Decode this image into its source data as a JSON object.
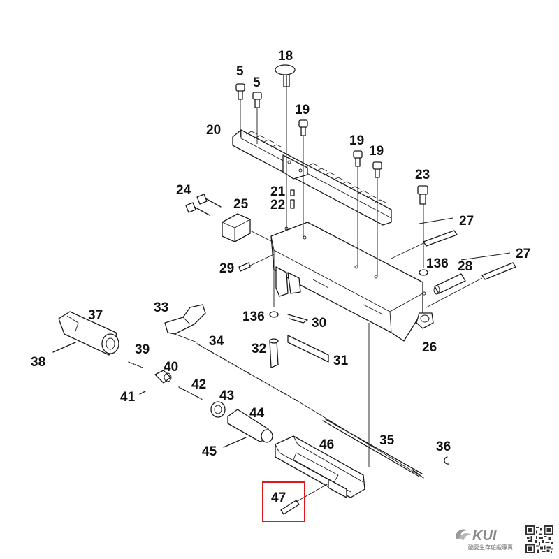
{
  "diagram": {
    "callouts": {
      "c18": "18",
      "c5a": "5",
      "c5b": "5",
      "c19a": "19",
      "c20": "20",
      "c19b": "19",
      "c19c": "19",
      "c23": "23",
      "c24": "24",
      "c21": "21",
      "c22": "22",
      "c25": "25",
      "c27a": "27",
      "c27b": "27",
      "c29": "29",
      "c136a": "136",
      "c28": "28",
      "c33": "33",
      "c37": "37",
      "c136b": "136",
      "c30": "30",
      "c34": "34",
      "c26": "26",
      "c39": "39",
      "c32": "32",
      "c31": "31",
      "c38": "38",
      "c40": "40",
      "c41": "41",
      "c42": "42",
      "c43": "43",
      "c44": "44",
      "c46": "46",
      "c35": "35",
      "c45": "45",
      "c36": "36",
      "c47": "47"
    },
    "highlight_color": "#e0161b"
  },
  "brand": {
    "logo": "KUI",
    "tagline": "酷愛生存遊戲專賣"
  }
}
